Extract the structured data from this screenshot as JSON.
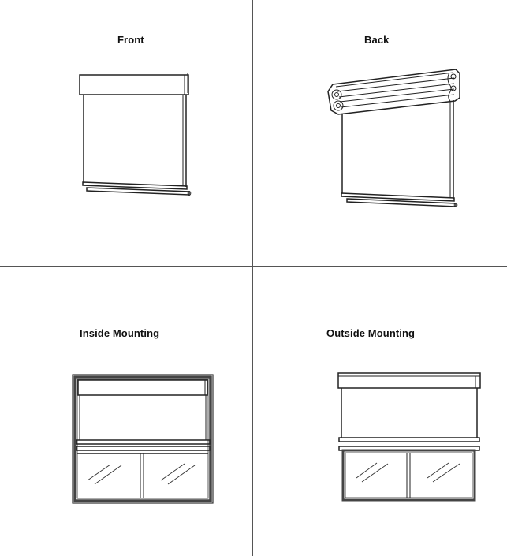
{
  "panels": {
    "front": {
      "title": "Front"
    },
    "back": {
      "title": "Back"
    },
    "inside_mounting": {
      "title": "Inside Mounting"
    },
    "outside_mounting": {
      "title": "Outside Mounting"
    }
  }
}
